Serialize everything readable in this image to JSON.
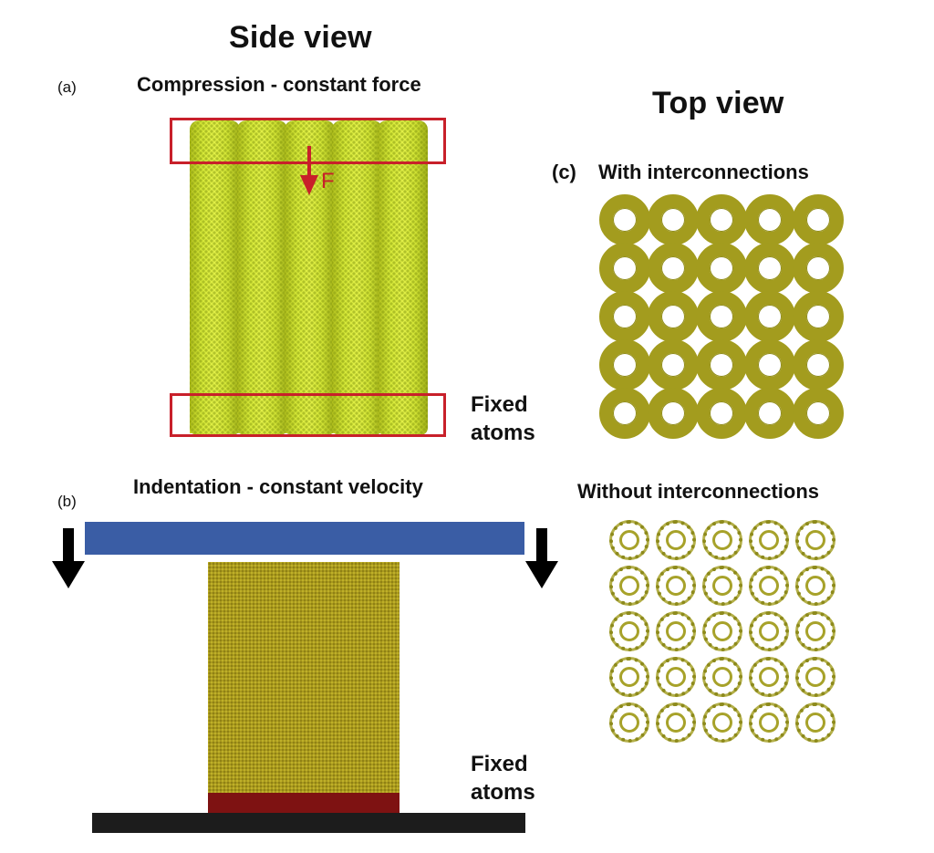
{
  "figure": {
    "side_view_title": "Side view",
    "top_view_title": "Top view",
    "panel_a": {
      "label": "(a)",
      "title": "Compression - constant force",
      "force_label": "F",
      "fixed_atoms_label_line1": "Fixed",
      "fixed_atoms_label_line2": "atoms",
      "tube_count": 5
    },
    "panel_b": {
      "label": "(b)",
      "title": "Indentation - constant velocity",
      "fixed_atoms_label_line1": "Fixed",
      "fixed_atoms_label_line2": "atoms"
    },
    "panel_c": {
      "label": "(c)",
      "title_with": "With interconnections",
      "title_without": "Without interconnections",
      "grid_rows": 5,
      "grid_cols": 5
    },
    "colors": {
      "atom_yellow_green": "#d5e838",
      "atom_olive": "#a39c1e",
      "boundary_red": "#c8202a",
      "fixed_atoms_dark_red": "#7e1212",
      "indenter_blue": "#3a5da5",
      "substrate_black": "#1c1c1c"
    }
  }
}
